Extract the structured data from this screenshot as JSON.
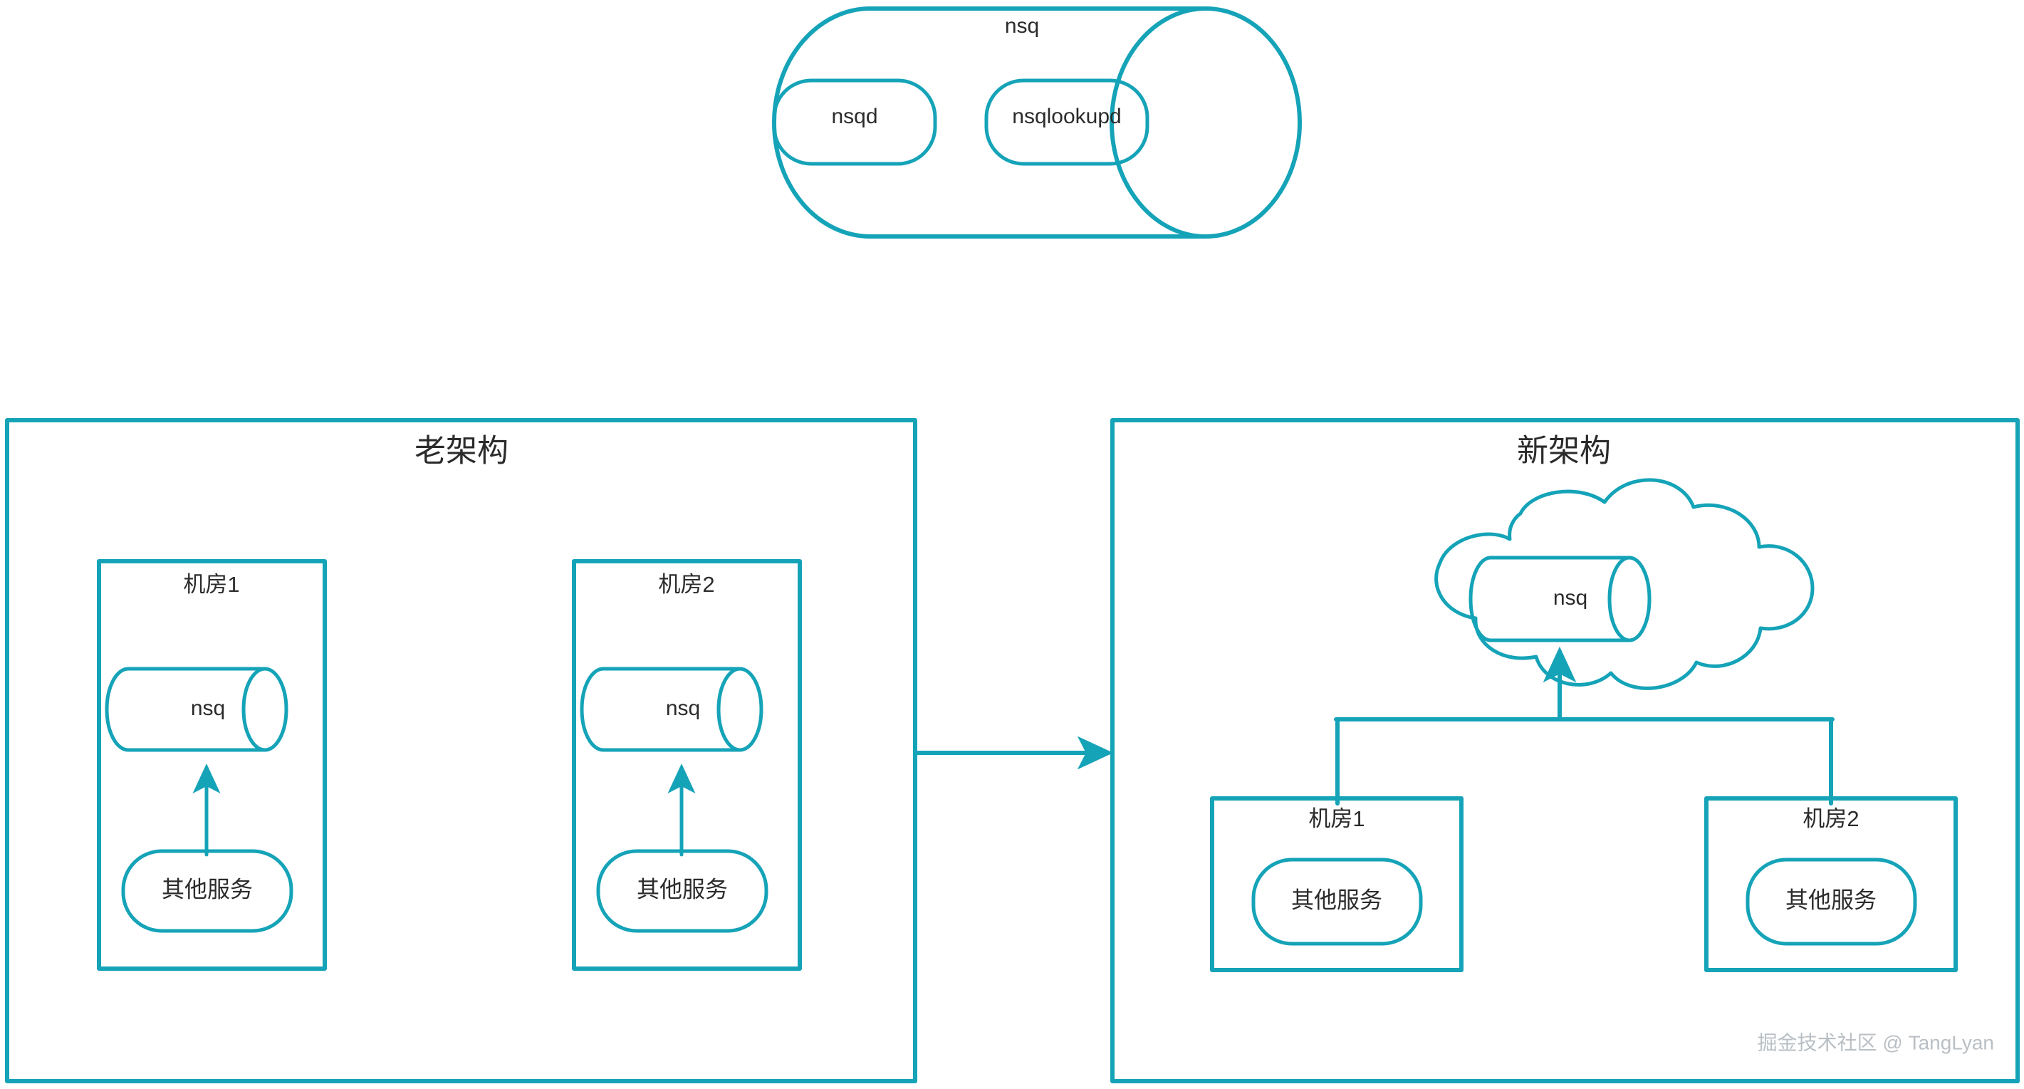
{
  "colors": {
    "accent": "#15a3b8",
    "text": "#2b2b2b",
    "watermark": "#b9bfc4",
    "background": "#ffffff"
  },
  "top_cluster": {
    "title": "nsq",
    "nodes": [
      {
        "label": "nsqd"
      },
      {
        "label": "nsqlookupd"
      }
    ]
  },
  "panels": [
    {
      "id": "old",
      "title": "老架构",
      "rooms": [
        {
          "name": "机房1",
          "queue": "nsq",
          "service": "其他服务"
        },
        {
          "name": "机房2",
          "queue": "nsq",
          "service": "其他服务"
        }
      ]
    },
    {
      "id": "new",
      "title": "新架构",
      "cloud": {
        "queue": "nsq"
      },
      "rooms": [
        {
          "name": "机房1",
          "service": "其他服务"
        },
        {
          "name": "机房2",
          "service": "其他服务"
        }
      ]
    }
  ],
  "migration_arrow": {
    "direction": "left-to-right",
    "label": ""
  },
  "watermark": "掘金技术社区 @ TangLyan"
}
